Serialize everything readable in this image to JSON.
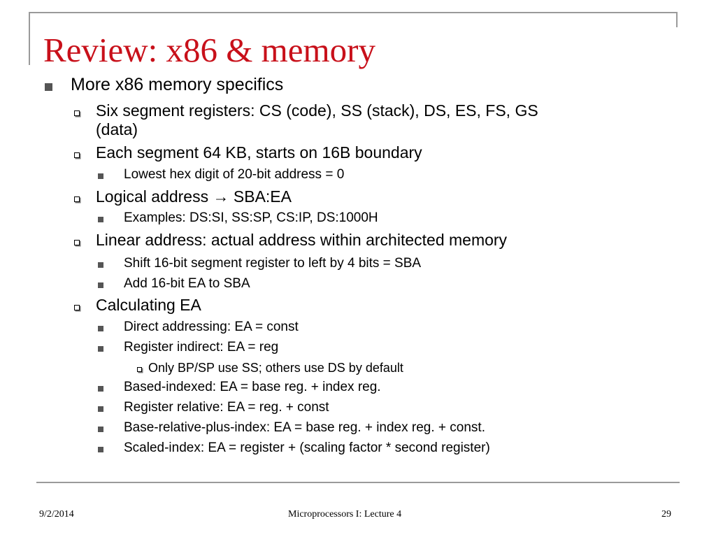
{
  "slide": {
    "title": "Review: x86 & memory",
    "bullets": [
      {
        "level": 1,
        "text": "More x86 memory specifics"
      },
      {
        "level": 2,
        "text": "Six segment registers: CS (code), SS (stack), DS, ES, FS, GS"
      },
      {
        "level": 2,
        "text": "(data)",
        "continuation": true
      },
      {
        "level": 2,
        "text": "Each segment 64 KB, starts on 16B boundary"
      },
      {
        "level": 3,
        "text": "Lowest hex digit of 20-bit address = 0"
      },
      {
        "level": 2,
        "text": "Logical address → SBA:EA"
      },
      {
        "level": 3,
        "text": "Examples: DS:SI, SS:SP, CS:IP, DS:1000H"
      },
      {
        "level": 2,
        "text": "Linear address: actual address within architected memory"
      },
      {
        "level": 3,
        "text": "Shift 16-bit segment register to left by 4 bits = SBA"
      },
      {
        "level": 3,
        "text": "Add 16-bit EA to SBA"
      },
      {
        "level": 2,
        "text": "Calculating EA"
      },
      {
        "level": 3,
        "text": "Direct addressing: EA = const"
      },
      {
        "level": 3,
        "text": "Register indirect: EA = reg"
      },
      {
        "level": 4,
        "text": "Only BP/SP use SS; others use DS by default"
      },
      {
        "level": 3,
        "text": "Based-indexed: EA = base reg. + index reg."
      },
      {
        "level": 3,
        "text": "Register relative: EA = reg. + const"
      },
      {
        "level": 3,
        "text": "Base-relative-plus-index: EA = base reg. + index reg. + const."
      },
      {
        "level": 3,
        "text": "Scaled-index: EA = register + (scaling factor * second register)"
      }
    ]
  },
  "footer": {
    "date": "9/2/2014",
    "course": "Microprocessors I:   Lecture 4",
    "page_number": "29"
  },
  "colors": {
    "title": "#c8101a",
    "frame": "#9a9a9a",
    "bullet_filled": "#555555"
  }
}
